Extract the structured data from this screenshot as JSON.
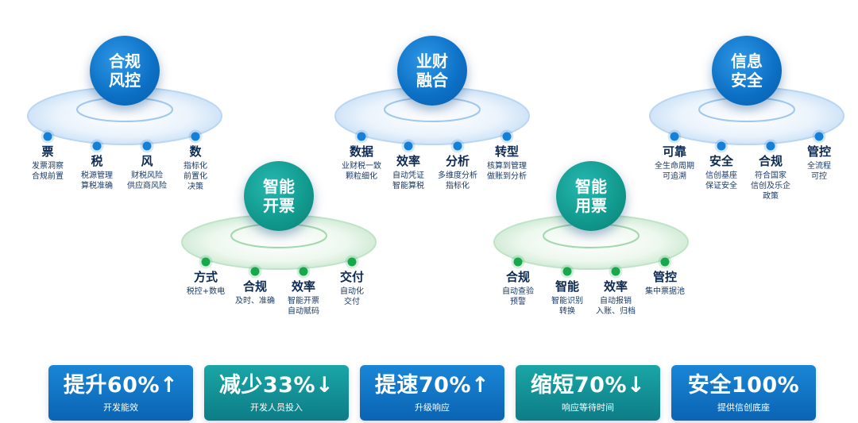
{
  "hubs": {
    "compliance": {
      "lines": [
        "合规",
        "风控"
      ],
      "color": "blue"
    },
    "finance": {
      "lines": [
        "业财",
        "融合"
      ],
      "color": "blue"
    },
    "security": {
      "lines": [
        "信息",
        "安全"
      ],
      "color": "blue"
    },
    "issuing": {
      "lines": [
        "智能",
        "开票"
      ],
      "color": "green"
    },
    "using": {
      "lines": [
        "智能",
        "用票"
      ],
      "color": "green"
    }
  },
  "items": {
    "compliance": [
      {
        "title": "票",
        "desc": [
          "发票洞察",
          "合规前置"
        ]
      },
      {
        "title": "税",
        "desc": [
          "税源管理",
          "算税准确"
        ]
      },
      {
        "title": "风",
        "desc": [
          "财税风险",
          "供应商风险"
        ]
      },
      {
        "title": "数",
        "desc": [
          "指标化",
          "前置化",
          "决策"
        ]
      }
    ],
    "finance": [
      {
        "title": "数据",
        "desc": [
          "业财税一致",
          "颗粒细化"
        ]
      },
      {
        "title": "效率",
        "desc": [
          "自动凭证",
          "智能算税"
        ]
      },
      {
        "title": "分析",
        "desc": [
          "多维度分析",
          "指标化"
        ]
      },
      {
        "title": "转型",
        "desc": [
          "核算到管理",
          "做账到分析"
        ]
      }
    ],
    "security": [
      {
        "title": "可靠",
        "desc": [
          "全生命周期",
          "可追溯"
        ]
      },
      {
        "title": "安全",
        "desc": [
          "信创基座",
          "保证安全"
        ]
      },
      {
        "title": "合规",
        "desc": [
          "符合国家",
          "信创及乐企",
          "政策"
        ]
      },
      {
        "title": "管控",
        "desc": [
          "全流程",
          "可控"
        ]
      }
    ],
    "issuing": [
      {
        "title": "方式",
        "desc": [
          "税控+数电"
        ]
      },
      {
        "title": "合规",
        "desc": [
          "及时、准确"
        ]
      },
      {
        "title": "效率",
        "desc": [
          "智能开票",
          "自动赋码"
        ]
      },
      {
        "title": "交付",
        "desc": [
          "自动化",
          "交付"
        ]
      }
    ],
    "using": [
      {
        "title": "合规",
        "desc": [
          "自动查验",
          "预警"
        ]
      },
      {
        "title": "智能",
        "desc": [
          "智能识别",
          "转换"
        ]
      },
      {
        "title": "效率",
        "desc": [
          "自动报销",
          "入账、归档"
        ]
      },
      {
        "title": "管控",
        "desc": [
          "集中票据池"
        ]
      }
    ]
  },
  "stats": [
    {
      "value": "提升60%↑",
      "label": "开发能效",
      "color": "blue"
    },
    {
      "value": "减少33%↓",
      "label": "开发人员投入",
      "color": "green"
    },
    {
      "value": "提速70%↑",
      "label": "升级响应",
      "color": "blue"
    },
    {
      "value": "缩短70%↓",
      "label": "响应等待时间",
      "color": "green"
    },
    {
      "value": "安全100%",
      "label": "提供信创底座",
      "color": "blue"
    }
  ]
}
